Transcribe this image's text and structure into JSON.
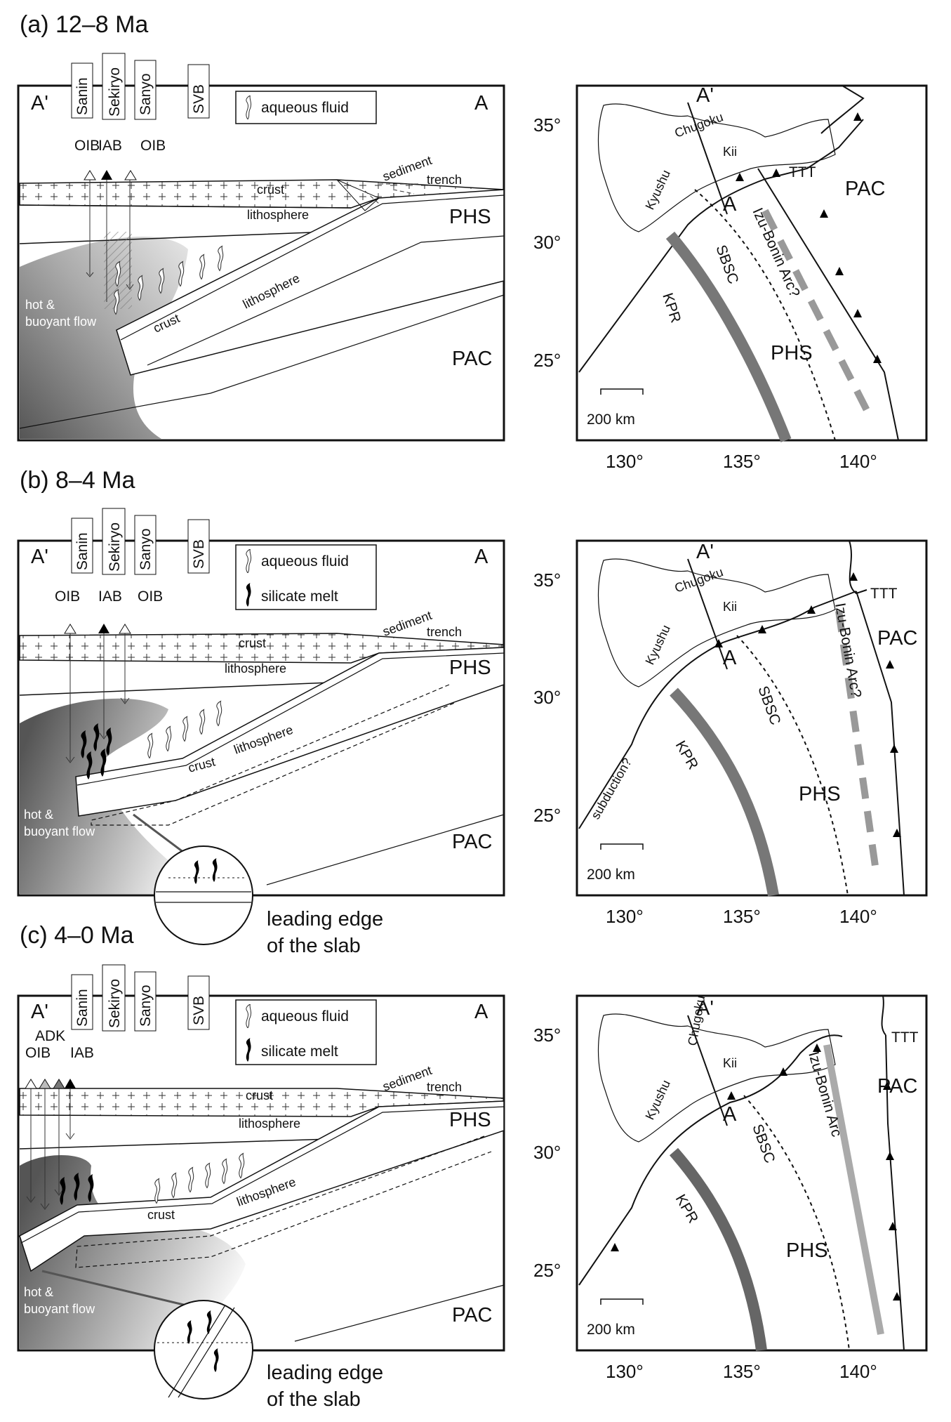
{
  "panels": [
    {
      "title": "(a) 12–8 Ma",
      "left_corner": "A'",
      "right_corner": "A",
      "regions": [
        "Sanin",
        "Sekiryo",
        "Sanyo",
        "SVB"
      ],
      "legend": [
        "aqueous fluid"
      ],
      "volcanoes": [
        "OIB",
        "IAB",
        "OIB"
      ],
      "labels": {
        "crust_top": "crust",
        "lithosphere_top": "lithosphere",
        "sediment": "sediment",
        "trench": "trench",
        "phs": "PHS",
        "pac": "PAC",
        "slab_lithosphere": "lithosphere",
        "slab_crust": "crust",
        "flow": [
          "hot &",
          "buoyant flow"
        ]
      },
      "map": {
        "aprime": "A'",
        "a": "A",
        "chugoku": "Chugoku",
        "kii": "Kii",
        "kyushu": "Kyushu",
        "ttt": "TTT",
        "pac": "PAC",
        "phs": "PHS",
        "kpr": "KPR",
        "sbsc": "SBSC",
        "arc": "Izu-Bonin Arc?",
        "scale": "200 km"
      }
    },
    {
      "title": "(b) 8–4 Ma",
      "left_corner": "A'",
      "right_corner": "A",
      "regions": [
        "Sanin",
        "Sekiryo",
        "Sanyo",
        "SVB"
      ],
      "legend": [
        "aqueous fluid",
        "silicate melt"
      ],
      "volcanoes": [
        "OIB",
        "IAB",
        "OIB"
      ],
      "labels": {
        "crust_top": "crust",
        "lithosphere_top": "lithosphere",
        "sediment": "sediment",
        "trench": "trench",
        "phs": "PHS",
        "pac": "PAC",
        "slab_lithosphere": "lithosphere",
        "slab_crust": "crust",
        "flow": [
          "hot &",
          "buoyant flow"
        ],
        "edge": [
          "leading edge",
          "of the slab"
        ]
      },
      "map": {
        "aprime": "A'",
        "a": "A",
        "chugoku": "Chugoku",
        "kii": "Kii",
        "kyushu": "Kyushu",
        "ttt": "TTT",
        "pac": "PAC",
        "phs": "PHS",
        "kpr": "KPR",
        "sbsc": "SBSC",
        "arc": "Izu-Bonin Arc?",
        "subduction": "subduction?",
        "scale": "200 km"
      }
    },
    {
      "title": "(c) 4–0 Ma",
      "left_corner": "A'",
      "right_corner": "A",
      "regions": [
        "Sanin",
        "Sekiryo",
        "Sanyo",
        "SVB"
      ],
      "legend": [
        "aqueous fluid",
        "silicate melt"
      ],
      "volcanoes": [
        "ADK",
        "OIB",
        "IAB"
      ],
      "labels": {
        "crust_top": "crust",
        "lithosphere_top": "lithosphere",
        "sediment": "sediment",
        "trench": "trench",
        "phs": "PHS",
        "pac": "PAC",
        "slab_lithosphere": "lithosphere",
        "slab_crust": "crust",
        "flow": [
          "hot &",
          "buoyant flow"
        ],
        "edge": [
          "leading edge",
          "of the slab"
        ]
      },
      "map": {
        "aprime": "A'",
        "a": "A",
        "chugoku": "Chugoku",
        "kii": "Kii",
        "kyushu": "Kyushu",
        "ttt": "TTT",
        "pac": "PAC",
        "phs": "PHS",
        "kpr": "KPR",
        "sbsc": "SBSC",
        "arc": "Izu-Bonin Arc",
        "scale": "200 km"
      }
    }
  ],
  "axis": {
    "x_ticks": [
      "130°",
      "135°",
      "140°"
    ],
    "y_ticks": [
      "35°",
      "30°",
      "25°"
    ]
  },
  "colors": {
    "frame": "#111111",
    "kpr": "#777777",
    "arc_dashed": "#999999",
    "arc_solid": "#aaaaaa",
    "flow_dark": "#555555"
  }
}
